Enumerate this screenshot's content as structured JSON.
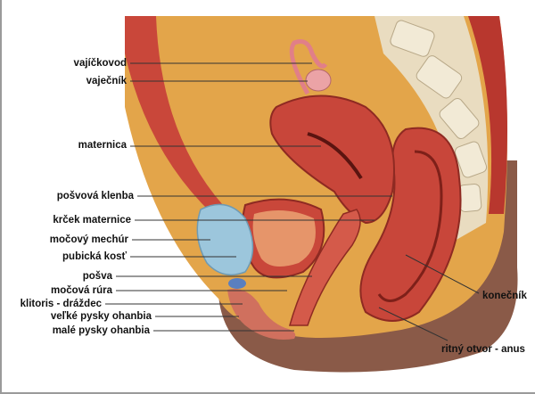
{
  "labels": {
    "fallopian_tube": "vajíčkovod",
    "ovary": "vaječník",
    "uterus": "maternica",
    "vaginal_fornix": "pošvová klenba",
    "cervix": "krček maternice",
    "bladder": "močový mechúr",
    "pubic_bone": "pubická kosť",
    "vagina": "pošva",
    "urethra": "močová rúra",
    "clitoris": "klitoris - dráždec",
    "labia_majora": "veľké pysky ohanbia",
    "labia_minora": "malé pysky ohanbia",
    "rectum": "konečník",
    "anus": "ritný otvor - anus"
  }
}
